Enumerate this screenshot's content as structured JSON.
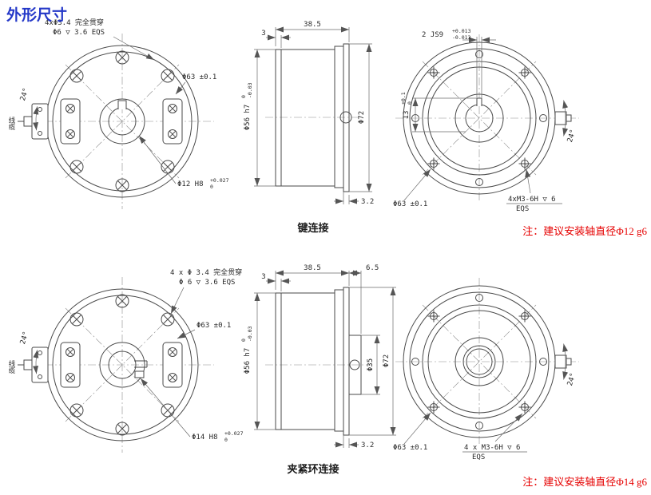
{
  "title": "外形尺寸",
  "colors": {
    "title_blue": "#2438c8",
    "note_red": "#e60000",
    "line_gray": "#4a4a4a"
  },
  "key": {
    "front": {
      "holes_note1": "4xΦ3.4 完全贯穿",
      "holes_note2": "Φ6 ▽ 3.6 EQS",
      "bolt_circle": "Φ63 ±0.1",
      "bore": "Φ12 H8",
      "bore_tol_up": "+0.027",
      "bore_tol_lo": "0",
      "angle": "24°",
      "cable": "线缆"
    },
    "side": {
      "length": "38.5",
      "step": "3",
      "body": "Φ56 h7",
      "body_tol_up": "0",
      "body_tol_lo": "-0.03",
      "flange": "Φ72",
      "boss": "3.2"
    },
    "rear": {
      "keyway": "2 JS9",
      "keyway_tol_up": "+0.013",
      "keyway_tol_lo": "-0.013",
      "key_height": "13",
      "key_height_tol_up": "+0.1",
      "key_height_tol_lo": "0",
      "bolt_circle": "Φ63 ±0.1",
      "tapped": "4xM3-6H ▽ 6",
      "eqs": "EQS",
      "angle": "24°"
    },
    "caption": "键连接",
    "note": "注：建议安装轴直径Φ12 g6"
  },
  "clamp": {
    "front": {
      "holes_note1": "4 x Φ 3.4 完全贯穿",
      "holes_note2": "Φ 6 ▽ 3.6 EQS",
      "bolt_circle": "Φ63 ±0.1",
      "bore": "Φ14 H8",
      "bore_tol_up": "+0.027",
      "bore_tol_lo": "0",
      "angle": "24°",
      "cable": "线缆"
    },
    "side": {
      "length": "38.5",
      "extension": "6.5",
      "step": "3",
      "body": "Φ56 h7",
      "body_tol_up": "0",
      "body_tol_lo": "-0.03",
      "hub": "Φ35",
      "flange": "Φ72",
      "boss": "3.2"
    },
    "rear": {
      "bolt_circle": "Φ63 ±0.1",
      "tapped": "4 x M3-6H ▽ 6",
      "eqs": "EQS",
      "angle": "24°"
    },
    "caption": "夹紧环连接",
    "note": "注：建议安装轴直径Φ14 g6"
  }
}
